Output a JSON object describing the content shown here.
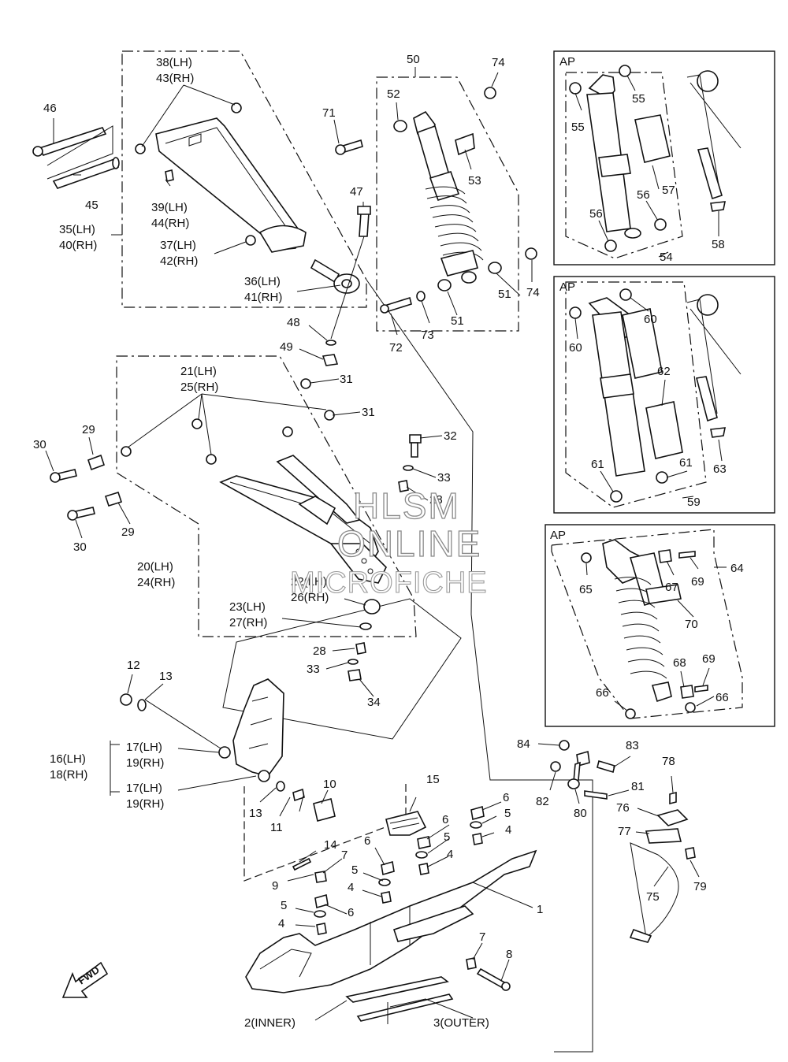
{
  "labels": {
    "l1": "1",
    "l2": "2(INNER)",
    "l3": "3(OUTER)",
    "l4a": "4",
    "l4b": "4",
    "l4c": "4",
    "l4d": "4",
    "l5a": "5",
    "l5b": "5",
    "l5c": "5",
    "l5d": "5",
    "l6a": "6",
    "l6b": "6",
    "l6c": "6",
    "l6d": "6",
    "l7a": "7",
    "l7b": "7",
    "l8": "8",
    "l9": "9",
    "l10": "10",
    "l11": "11",
    "l12": "12",
    "l13a": "13",
    "l13b": "13",
    "l14": "14",
    "l15": "15",
    "l16": "16(LH)",
    "l18": "18(RH)",
    "l17a": "17(LH)",
    "l19a": "19(RH)",
    "l17b": "17(LH)",
    "l19b": "19(RH)",
    "l20": "20(LH)",
    "l24": "24(RH)",
    "l21": "21(LH)",
    "l25": "25(RH)",
    "l22": "22(LH)",
    "l26": "26(RH)",
    "l23": "23(LH)",
    "l27": "27(RH)",
    "l28a": "28",
    "l28b": "28",
    "l29a": "29",
    "l29b": "29",
    "l30a": "30",
    "l30b": "30",
    "l31a": "31",
    "l31b": "31",
    "l32": "32",
    "l33a": "33",
    "l33b": "33",
    "l34": "34",
    "l35": "35(LH)",
    "l40": "40(RH)",
    "l36": "36(LH)",
    "l41": "41(RH)",
    "l37": "37(LH)",
    "l42": "42(RH)",
    "l38": "38(LH)",
    "l43": "43(RH)",
    "l39": "39(LH)",
    "l44": "44(RH)",
    "l45": "45",
    "l46": "46",
    "l47": "47",
    "l48": "48",
    "l49": "49",
    "l50": "50",
    "l51a": "51",
    "l51b": "51",
    "l52": "52",
    "l53": "53",
    "l54": "54",
    "l55a": "55",
    "l55b": "55",
    "l56a": "56",
    "l56b": "56",
    "l57": "57",
    "l58": "58",
    "l59": "59",
    "l60a": "60",
    "l60b": "60",
    "l61a": "61",
    "l61b": "61",
    "l62": "62",
    "l63": "63",
    "l64": "64",
    "l65": "65",
    "l66a": "66",
    "l66b": "66",
    "l67": "67",
    "l68": "68",
    "l69a": "69",
    "l69b": "69",
    "l70": "70",
    "l71": "71",
    "l72": "72",
    "l73": "73",
    "l74a": "74",
    "l74b": "74",
    "l75": "75",
    "l76": "76",
    "l77": "77",
    "l78": "78",
    "l79": "79",
    "l80": "80",
    "l81": "81",
    "l82": "82",
    "l83": "83",
    "l84": "84"
  },
  "ap_panels": {
    "ap1": "AP",
    "ap2": "AP",
    "ap3": "AP"
  },
  "direction": "FWD",
  "watermark": {
    "line1": "HLSM",
    "line2": "ONLINE",
    "line3": "MICROFICHE"
  }
}
